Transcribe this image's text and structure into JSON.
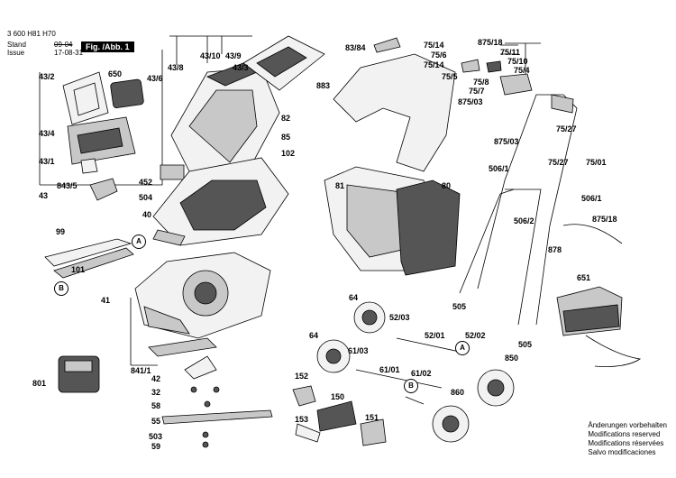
{
  "header": {
    "doc_number": "3 600 H81 H70",
    "stand_label": "Stand",
    "stand_value": "09-04",
    "issue_label": "Issue",
    "issue_value": "17-08-31",
    "figure_label": "Fig. /Abb. 1"
  },
  "notes": [
    "Änderungen vorbehalten",
    "Modifications reserved",
    "Modifications réservées",
    "Salvo modificaciones"
  ],
  "callouts": {
    "A_left": "A",
    "B_left": "B",
    "A_right": "A",
    "B_right": "B"
  },
  "part_labels": [
    "43/2",
    "650",
    "43/6",
    "43/8",
    "43/10",
    "43/9",
    "43/3",
    "82",
    "85",
    "102",
    "43/4",
    "43/1",
    "843/5",
    "43",
    "452",
    "504",
    "40",
    "99",
    "101",
    "41",
    "841/1",
    "801",
    "42",
    "32",
    "58",
    "55",
    "503",
    "59",
    "83/84",
    "883",
    "75/14",
    "75/6",
    "75/14",
    "875/18",
    "75/11",
    "75/10",
    "75/4",
    "75/5",
    "75/8",
    "75/7",
    "875/03",
    "75/27",
    "875/03",
    "506/1",
    "75/27",
    "75/01",
    "81",
    "80",
    "506/1",
    "506/2",
    "875/18",
    "878",
    "651",
    "64",
    "52/03",
    "505",
    "505",
    "64",
    "52/01",
    "52/02",
    "61/03",
    "61/01",
    "61/02",
    "850",
    "152",
    "150",
    "860",
    "153",
    "151"
  ],
  "colors": {
    "line": "#000000",
    "fill_light": "#f2f2f2",
    "fill_mid": "#c8c8c8",
    "fill_dark": "#555555",
    "background": "#ffffff"
  }
}
